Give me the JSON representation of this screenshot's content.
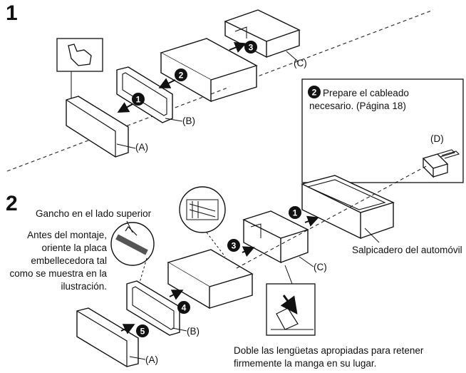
{
  "step1": {
    "number": "1",
    "markers": [
      "1",
      "2",
      "3",
      "2"
    ],
    "labels": {
      "a": "(A)",
      "b": "(B)",
      "c": "(C)",
      "d": "(D)"
    },
    "note_lines": [
      "Prepare el cableado",
      "necesario. (Página 18)"
    ]
  },
  "step2": {
    "number": "2",
    "markers": [
      "1",
      "3",
      "4",
      "5"
    ],
    "labels": {
      "a": "(A)",
      "b": "(B)",
      "c": "(C)"
    },
    "hook_label": "Gancho en el lado superior",
    "orient_lines": [
      "Antes del montaje,",
      "oriente la placa",
      "embellecedora tal",
      "como se muestra en la",
      "ilustración."
    ],
    "dashboard_label": "Salpicadero del automóvil",
    "bend_lines": [
      "Doble las lengüetas apropiadas para retener",
      "firmemente la manga en su lugar."
    ]
  }
}
